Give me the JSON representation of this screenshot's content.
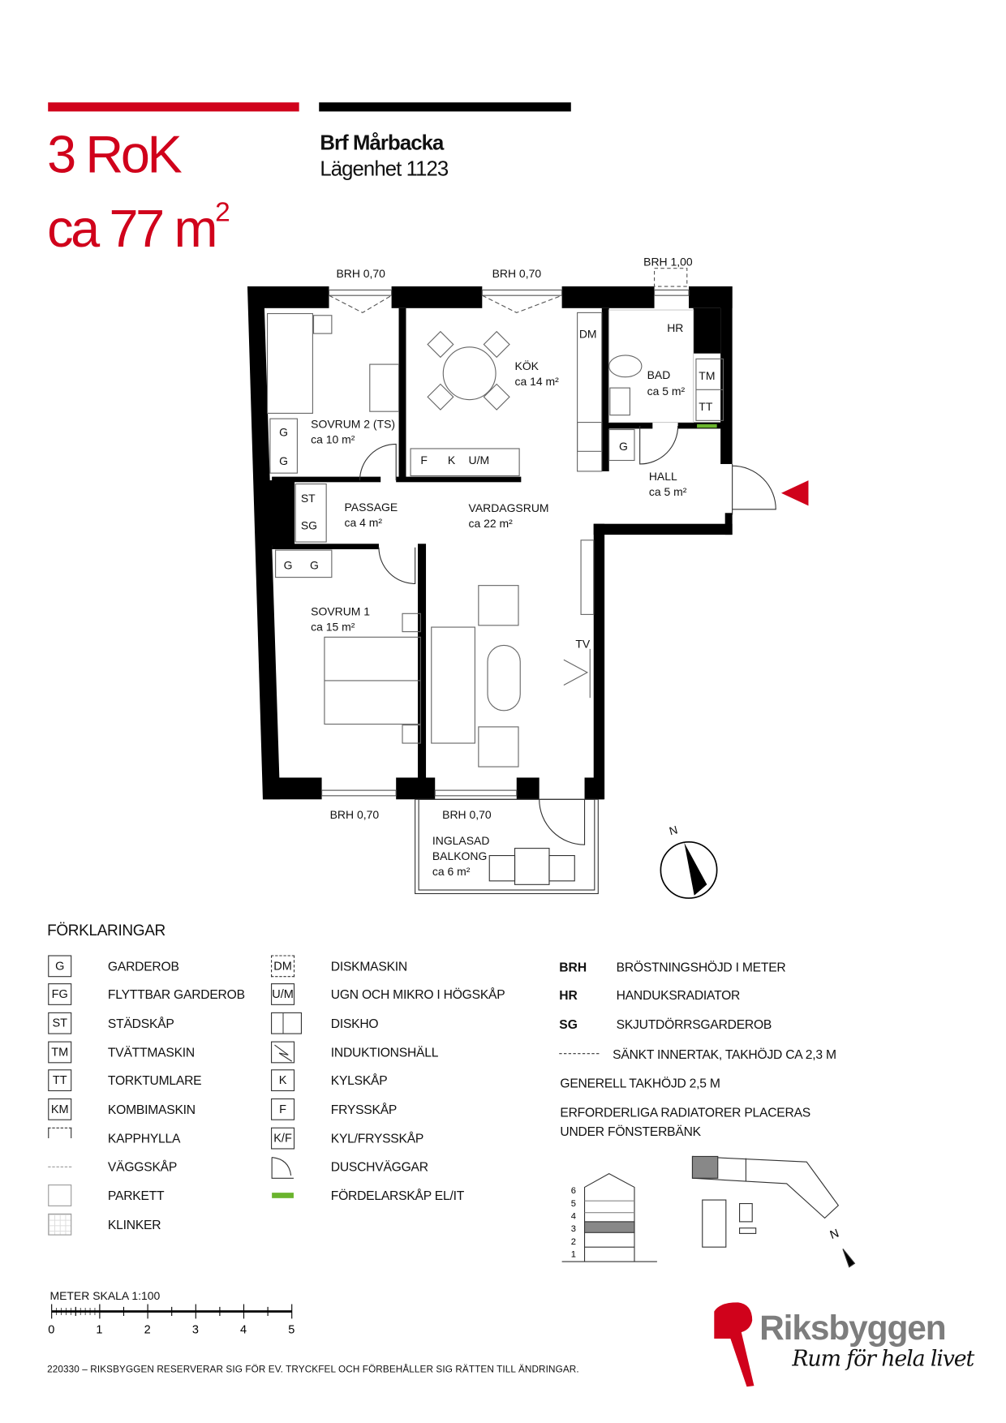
{
  "colors": {
    "brand_red": "#d0021b",
    "black": "#000000",
    "green_panel": "#6ab42d",
    "logo_grey": "#7d7d7d"
  },
  "header": {
    "apartment_type": "3 RoK",
    "area_text": "ca 77 m",
    "area_sup": "2",
    "association": "Brf Mårbacka",
    "apartment": "Lägenhet 1123"
  },
  "plan": {
    "brh": [
      "BRH 0,70",
      "BRH 0,70",
      "BRH 1,00",
      "BRH 0,70",
      "BRH 0,70"
    ],
    "rooms": {
      "sovrum2": {
        "name": "SOVRUM 2  (TS)",
        "area": "ca 10 m²"
      },
      "kok": {
        "name": "KÖK",
        "area": "ca 14 m²"
      },
      "bad": {
        "name": "BAD",
        "area": "ca 5 m²"
      },
      "hall": {
        "name": "HALL",
        "area": "ca 5 m²"
      },
      "passage": {
        "name": "PASSAGE",
        "area": "ca 4 m²"
      },
      "vardagsrum": {
        "name": "VARDAGSRUM",
        "area": "ca 22 m²"
      },
      "sovrum1": {
        "name": "SOVRUM 1",
        "area": "ca 15 m²"
      },
      "balkong": {
        "name1": "INGLASAD",
        "name2": "BALKONG",
        "area": "ca 6 m²"
      }
    },
    "fixtures": {
      "g1": "G",
      "g2": "G",
      "st": "ST",
      "sg": "SG",
      "g3": "G",
      "g4": "G",
      "f": "F",
      "k": "K",
      "um": "U/M",
      "dm": "DM",
      "hr": "HR",
      "tm": "TM",
      "tt": "TT",
      "g5": "G",
      "tv": "TV"
    },
    "north": "N"
  },
  "legend": {
    "title": "FÖRKLARINGAR",
    "col1": [
      {
        "symbol": "G",
        "label": "GARDEROB",
        "icon": "box"
      },
      {
        "symbol": "FG",
        "label": "FLYTTBAR GARDEROB",
        "icon": "box"
      },
      {
        "symbol": "ST",
        "label": "STÄDSKÅP",
        "icon": "box"
      },
      {
        "symbol": "TM",
        "label": "TVÄTTMASKIN",
        "icon": "box"
      },
      {
        "symbol": "TT",
        "label": "TORKTUMLARE",
        "icon": "box"
      },
      {
        "symbol": "KM",
        "label": "KOMBIMASKIN",
        "icon": "box"
      },
      {
        "symbol": "",
        "label": "KAPPHYLLA",
        "icon": "coat-shelf"
      },
      {
        "symbol": "",
        "label": "VÄGGSKÅP",
        "icon": "wall-cabinet"
      },
      {
        "symbol": "",
        "label": "PARKETT",
        "icon": "parquet"
      },
      {
        "symbol": "",
        "label": "KLINKER",
        "icon": "tile"
      }
    ],
    "col2": [
      {
        "symbol": "DM",
        "label": "DISKMASKIN",
        "icon": "dashed"
      },
      {
        "symbol": "U/M",
        "label": "UGN OCH MIKRO  I HÖGSKÅP",
        "icon": "box"
      },
      {
        "symbol": "",
        "label": "DISKHO",
        "icon": "sink"
      },
      {
        "symbol": "",
        "label": "INDUKTIONSHÄLL",
        "icon": "induction"
      },
      {
        "symbol": "K",
        "label": "KYLSKÅP",
        "icon": "box"
      },
      {
        "symbol": "F",
        "label": "FRYSSKÅP",
        "icon": "box"
      },
      {
        "symbol": "K/F",
        "label": "KYL/FRYSSKÅP",
        "icon": "box"
      },
      {
        "symbol": "",
        "label": "DUSCHVÄGGAR",
        "icon": "shower"
      },
      {
        "symbol": "",
        "label": "FÖRDELARSKÅP EL/IT",
        "icon": "green"
      }
    ],
    "col3": [
      {
        "abbr": "BRH",
        "label": "BRÖSTNINGSHÖJD I METER"
      },
      {
        "abbr": "HR",
        "label": "HANDUKSRADIATOR"
      },
      {
        "abbr": "SG",
        "label": "SKJUTDÖRRSGARDEROB"
      }
    ],
    "ceiling_note": "SÄNKT INNERTAK, TAKHÖJD CA 2,3 M",
    "general_height": "GENERELL TAKHÖJD 2,5 M",
    "radiator_note_1": "ERFORDERLIGA RADIATORER PLACERAS",
    "radiator_note_2": "UNDER FÖNSTERBÄNK"
  },
  "key_plan": {
    "floors": [
      "6",
      "5",
      "4",
      "3",
      "2",
      "1"
    ],
    "highlighted_floor": 3,
    "north": "N"
  },
  "scale": {
    "title": "METER  SKALA 1:100",
    "ticks": [
      "0",
      "1",
      "2",
      "3",
      "4",
      "5"
    ]
  },
  "footer": {
    "disclaimer": "220330 – RIKSBYGGEN RESERVERAR SIG FÖR EV. TRYCKFEL OCH FÖRBEHÅLLER SIG RÄTTEN TILL ÄNDRINGAR."
  },
  "logo": {
    "name": "Riksbyggen",
    "tagline": "Rum för hela livet"
  }
}
